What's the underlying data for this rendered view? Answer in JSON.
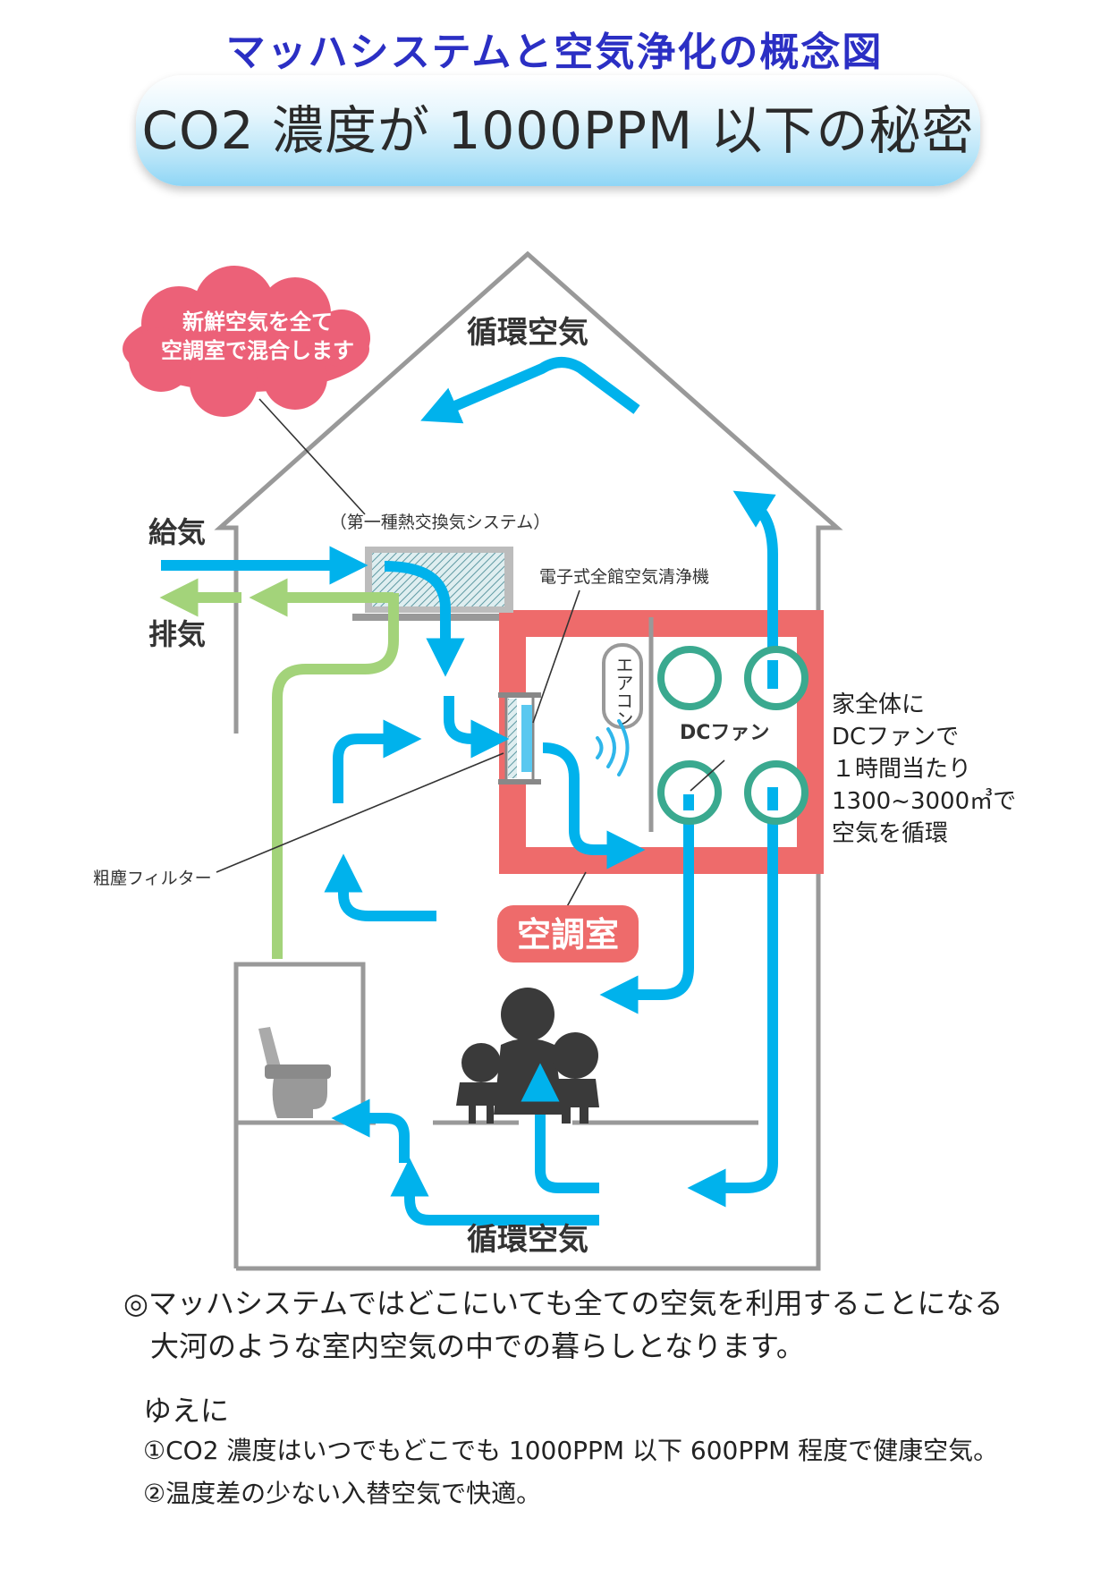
{
  "header": {
    "subtitle": "マッハシステムと空気浄化の概念図",
    "title": "CO2 濃度が 1000PPM 以下の秘密"
  },
  "diagram": {
    "cloud_label_line1": "新鮮空気を全て",
    "cloud_label_line2": "空調室で混合します",
    "circulation_top": "循環空気",
    "circulation_bottom": "循環空気",
    "supply_label": "給気",
    "exhaust_label": "排気",
    "heat_exchanger_label": "（第一種熱交換気システム）",
    "purifier_label": "電子式全館空気清浄機",
    "aircon_label": "エアコン",
    "dc_fan_label": "DCファン",
    "filter_label": "粗塵フィルター",
    "ac_room_label": "空調室",
    "side_note": [
      "家全体に",
      "DCファンで",
      "１時間当たり",
      "1300~3000㎥で",
      "空気を循環"
    ],
    "colors": {
      "air_flow": "#00b2ec",
      "exhaust_flow": "#a3d37a",
      "ac_room": "#ee6b6b",
      "fan": "#3aa98f",
      "cloud": "#ec6178",
      "house": "#999999"
    }
  },
  "footer": {
    "line1": "◎マッハシステムではどこにいても全ての空気を利用することになる",
    "line2": "大河のような室内空気の中での暮らしとなります。",
    "line3": "ゆえに",
    "line4": "①CO2 濃度はいつでもどこでも 1000PPM 以下 600PPM 程度で健康空気。",
    "line5": "②温度差の少ない入替空気で快適。"
  }
}
